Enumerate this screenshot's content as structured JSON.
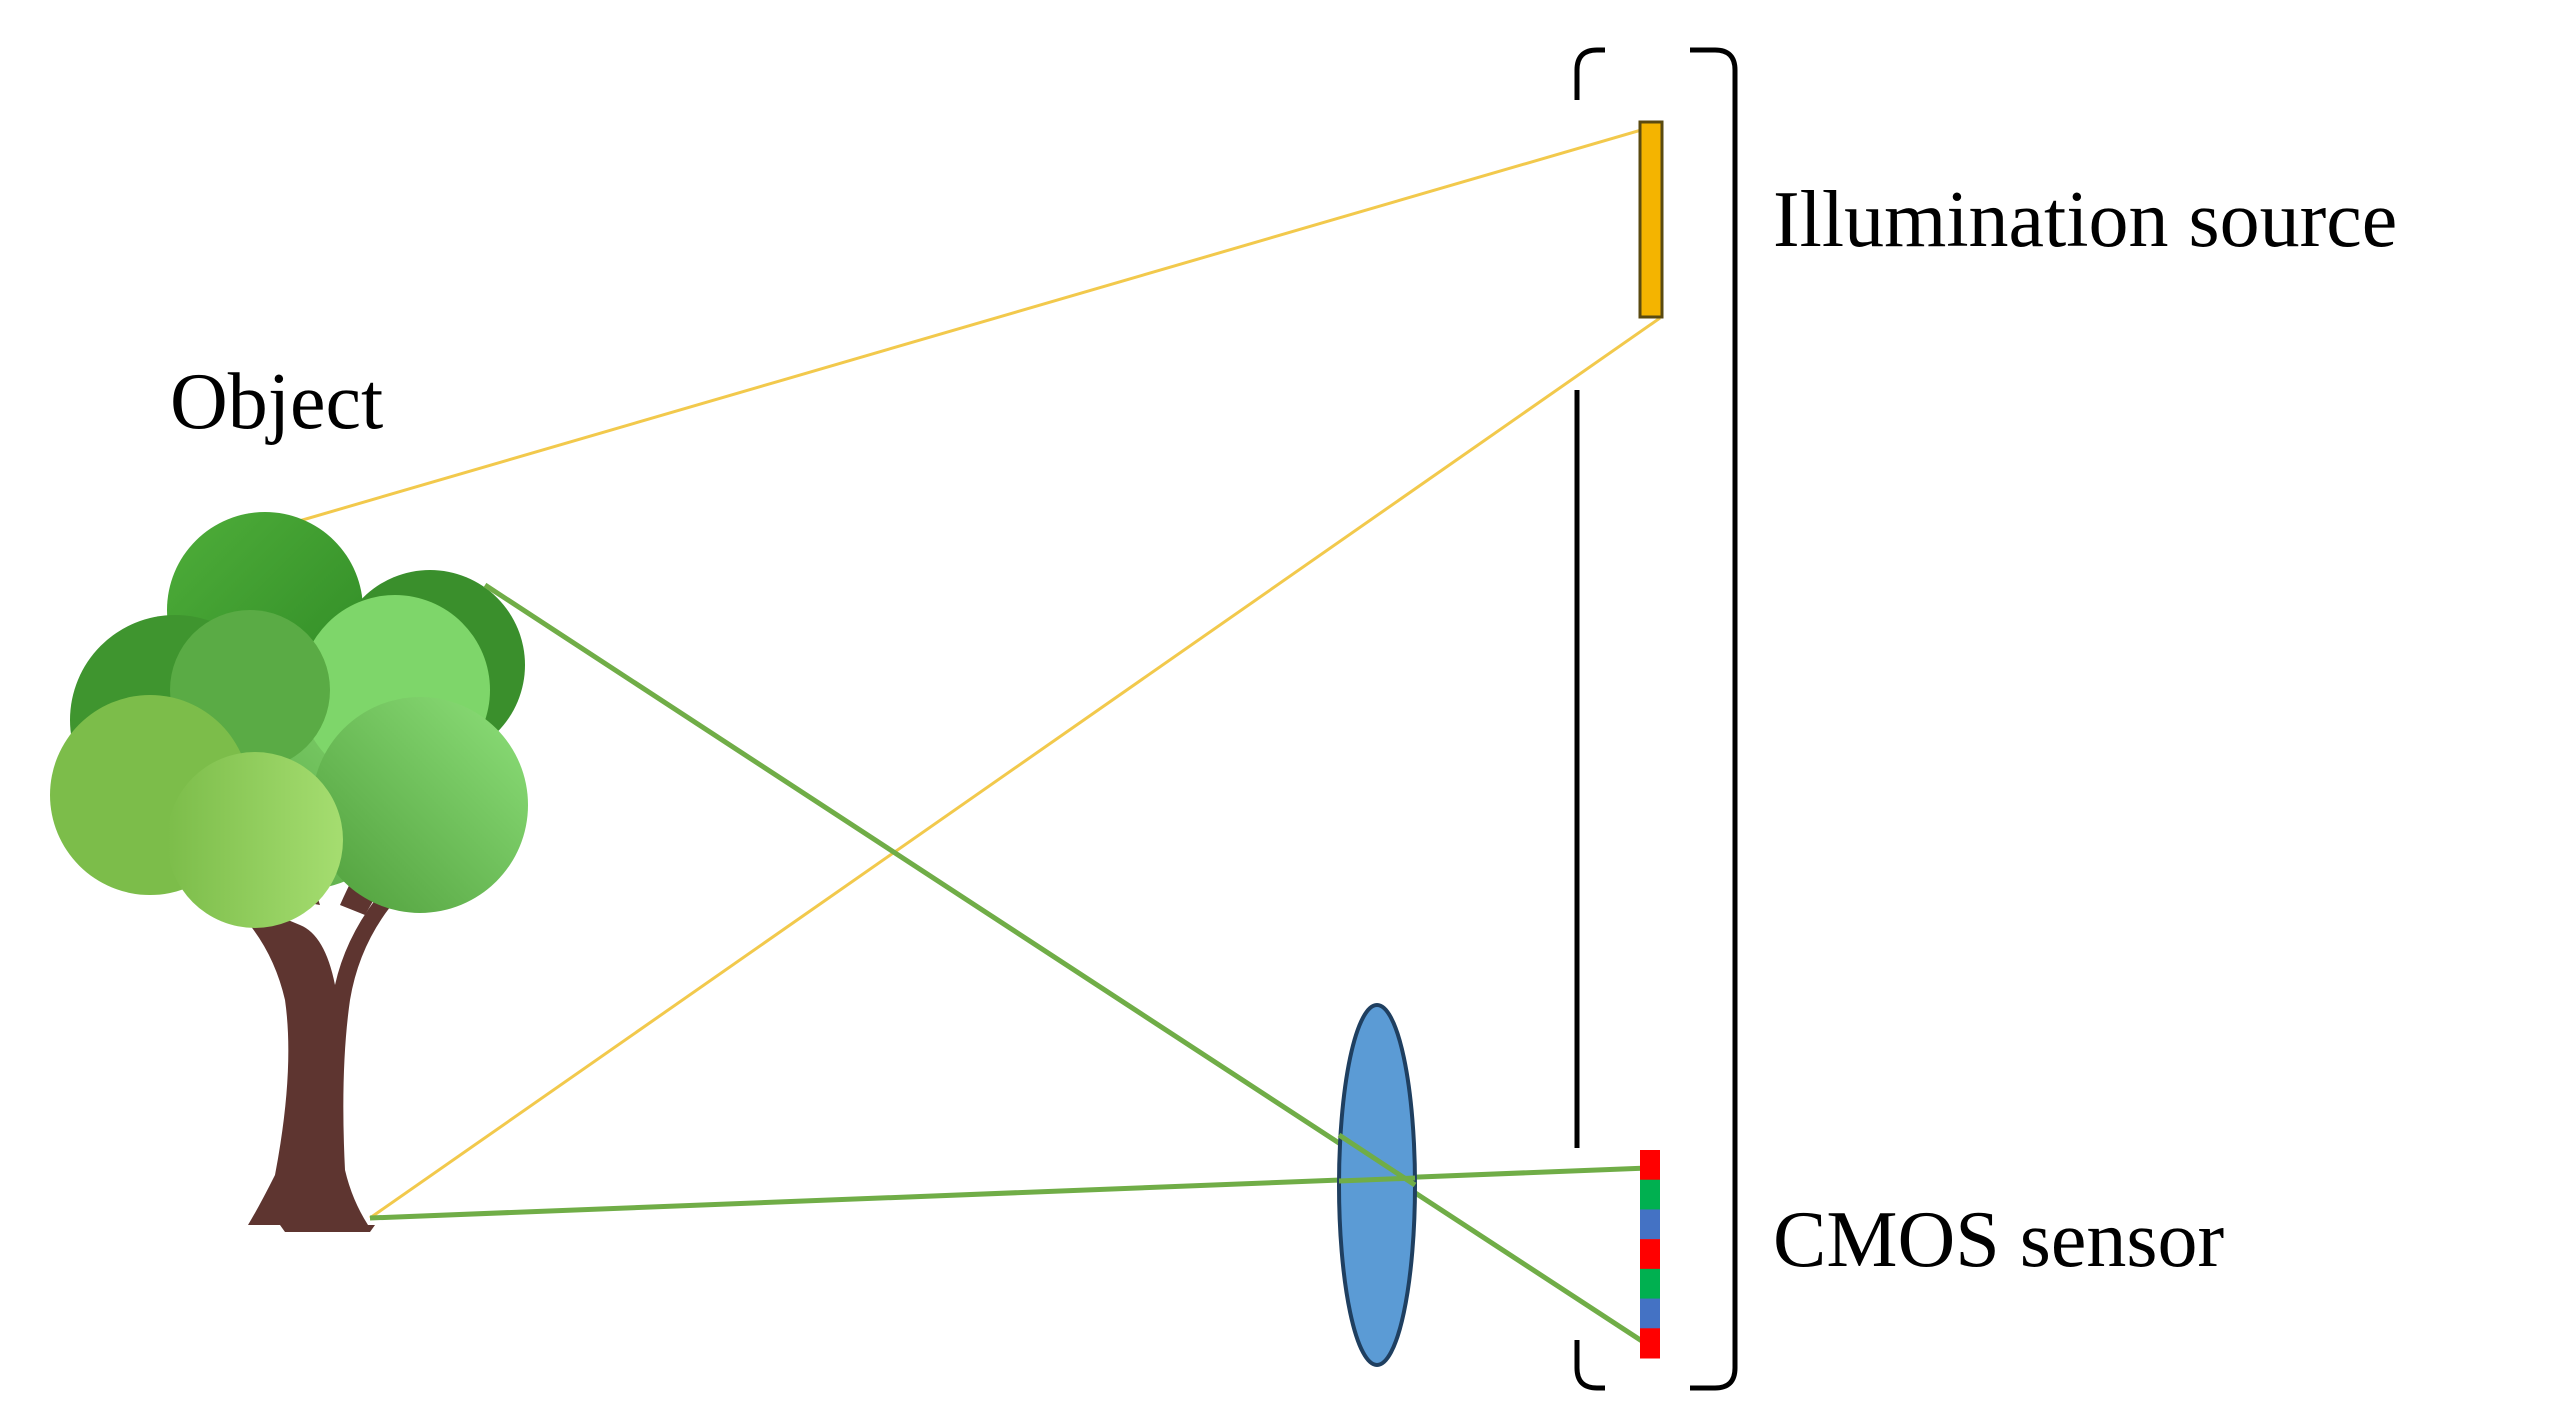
{
  "labels": {
    "object": "Object",
    "illumination": "Illumination source",
    "cmos": "CMOS sensor"
  },
  "colors": {
    "illumination_ray": "#f2c94c",
    "object_ray": "#70ad47",
    "illumination_source_fill": "#f4b400",
    "lens_fill": "#5b9bd5",
    "lens_stroke": "#1f3f60",
    "tree_trunk": "#5e3530",
    "tree_canopy_dark": "#3a8f2c",
    "tree_canopy_light": "#8fd36e",
    "sensor_red": "#ff0000",
    "sensor_green": "#00b050",
    "sensor_blue": "#4472c4",
    "housing_stroke": "#000000"
  },
  "sensor": {
    "pixel_colors": [
      "red",
      "green",
      "blue",
      "red",
      "green",
      "blue",
      "red"
    ]
  },
  "icons": {
    "object": "tree-icon",
    "lens": "lens-icon",
    "illumination": "light-source-icon",
    "sensor": "sensor-icon"
  }
}
